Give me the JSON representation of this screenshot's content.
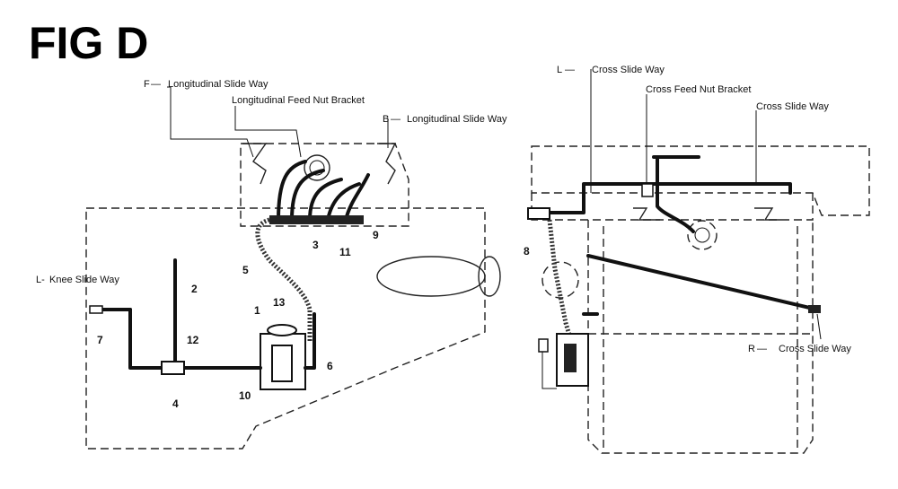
{
  "title": "FIG D",
  "left": {
    "label_f": "F",
    "label_f_text": "Longitudinal Slide Way",
    "label_feed_nut": "Longitudinal Feed Nut Bracket",
    "label_b": "B",
    "label_b_text": "Longitudinal Slide Way",
    "label_l": "L-",
    "label_l_text": "Knee Slide Way",
    "numbers": [
      "1",
      "2",
      "3",
      "4",
      "5",
      "6",
      "7",
      "9",
      "10",
      "11",
      "12",
      "13"
    ]
  },
  "right": {
    "label_l": "L",
    "label_l_text": "Cross Slide Way",
    "label_cross_feed": "Cross Feed Nut Bracket",
    "label_cross_slide": "Cross Slide Way",
    "label_r": "R",
    "label_r_text": "Cross Slide Way",
    "number_8": "8"
  }
}
